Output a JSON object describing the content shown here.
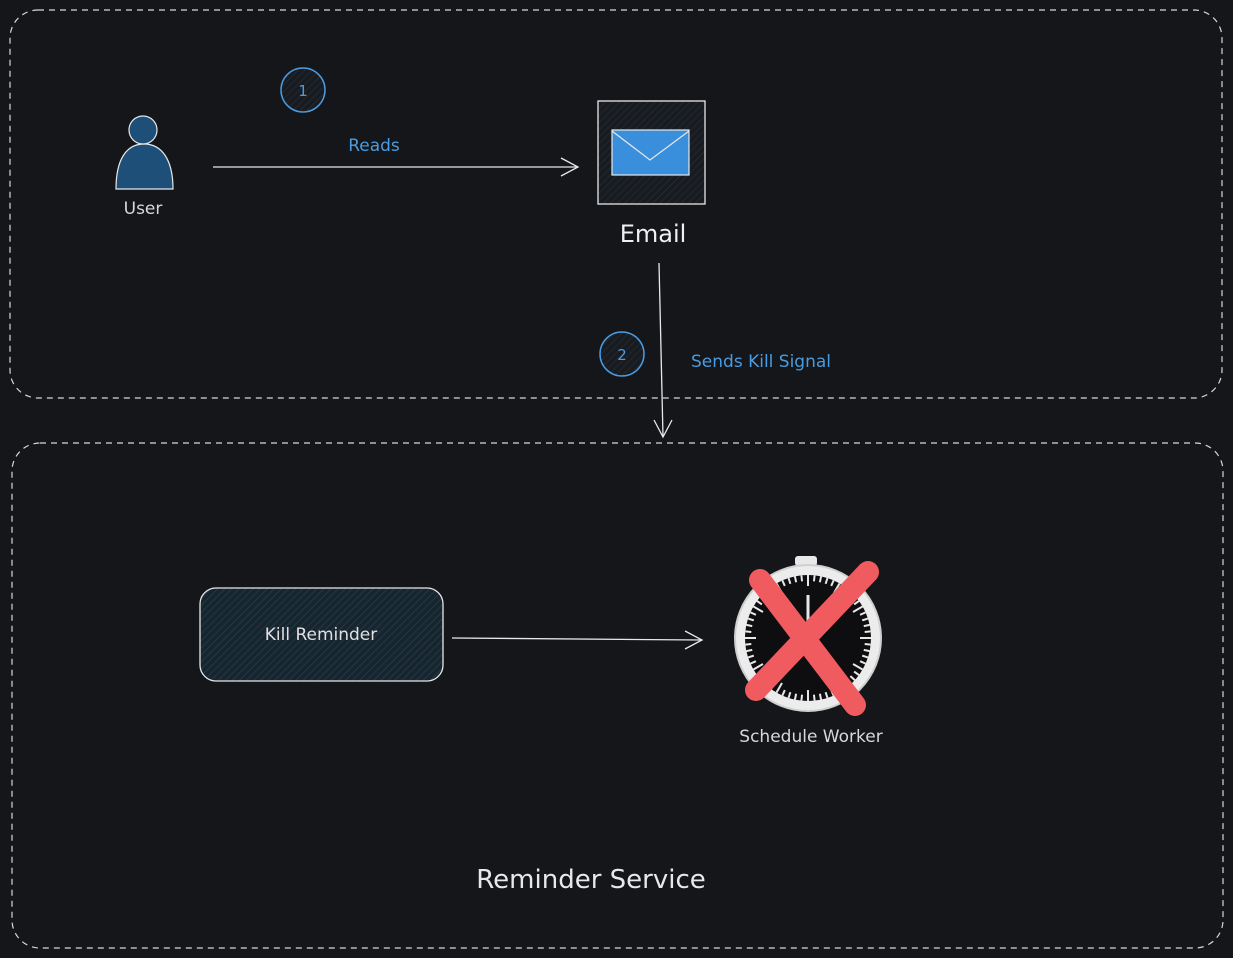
{
  "colors": {
    "background": "#14161a",
    "stroke": "#e8e8e8",
    "accent_blue": "#4a9be0",
    "user_fill": "#1d4f78",
    "mail_fill": "#3a8fdc",
    "box_fill": "#1a2a35",
    "cross_red": "#ef5b5f"
  },
  "nodes": {
    "user": {
      "label": "User",
      "icon": "user-icon"
    },
    "email": {
      "label": "Email",
      "icon": "envelope-icon"
    },
    "kill_reminder": {
      "label": "Kill Reminder"
    },
    "schedule_worker": {
      "label": "Schedule Worker",
      "icon": "stopwatch-icon"
    }
  },
  "edges": {
    "reads": {
      "step": "1",
      "label": "Reads"
    },
    "kill_signal": {
      "step": "2",
      "label": "Sends Kill Signal"
    }
  },
  "groups": {
    "reminder_service": {
      "label": "Reminder Service"
    }
  }
}
